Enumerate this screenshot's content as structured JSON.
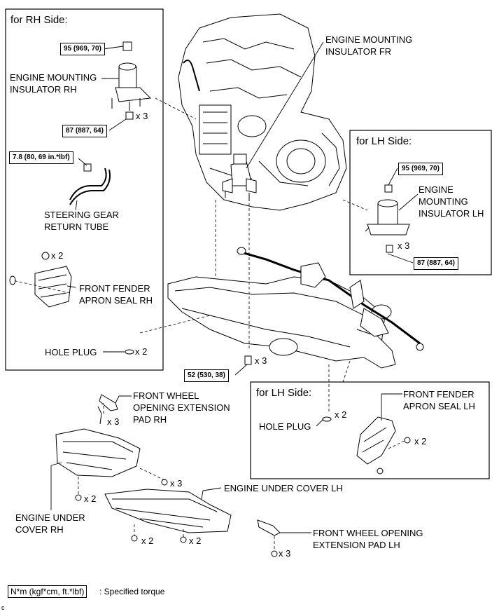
{
  "panels": {
    "rh_side": {
      "title": "for RH Side:"
    },
    "lh_side_mount": {
      "title": "for LH Side:"
    },
    "lh_side_fender": {
      "title": "for LH Side:"
    }
  },
  "labels": {
    "engine_mounting_insulator_rh": [
      "ENGINE MOUNTING",
      "INSULATOR RH"
    ],
    "engine_mounting_insulator_fr": [
      "ENGINE MOUNTING",
      "INSULATOR FR"
    ],
    "engine_mounting_insulator_lh": [
      "ENGINE",
      "MOUNTING",
      "INSULATOR LH"
    ],
    "steering_gear_return_tube": [
      "STEERING GEAR",
      "RETURN TUBE"
    ],
    "front_fender_apron_seal_rh": [
      "FRONT FENDER",
      "APRON SEAL RH"
    ],
    "hole_plug_rh": "HOLE PLUG",
    "hole_plug_lh": "HOLE PLUG",
    "front_fender_apron_seal_lh": [
      "FRONT FENDER",
      "APRON SEAL LH"
    ],
    "front_wheel_opening_extension_pad_rh": [
      "FRONT WHEEL",
      "OPENING EXTENSION",
      "PAD RH"
    ],
    "engine_under_cover_lh": "ENGINE UNDER COVER LH",
    "engine_under_cover_rh": [
      "ENGINE UNDER",
      "COVER RH"
    ],
    "front_wheel_opening_extension_pad_lh": [
      "FRONT WHEEL OPENING",
      "EXTENSION PAD LH"
    ]
  },
  "torques": {
    "rh_mount_top": "95 (969, 70)",
    "rh_mount_bottom": "87 (887, 64)",
    "steering_tube": "7.8 (80, 69 in.*lbf)",
    "lh_mount_top": "95 (969, 70)",
    "lh_mount_bottom": "87 (887, 64)",
    "center_bolt": "52 (530, 38)"
  },
  "quantities": {
    "rh_mount_bolts": "x 3",
    "apron_seal_rh_clips": "x 2",
    "hole_plug_rh": "x 2",
    "lh_mount_bolts": "x 3",
    "center_bolts": "x 3",
    "hole_plug_lh": "x 2",
    "apron_seal_lh_clips": "x 2",
    "pad_rh_screws": "x 3",
    "under_cover_bolts_top": "x 3",
    "under_cover_rh_left": "x 2",
    "under_cover_bottom_left": "x 2",
    "under_cover_bottom_mid": "x 2",
    "pad_lh_screws": "x 3"
  },
  "legend": {
    "box": "N*m (kgf*cm, ft.*lbf)",
    "text": ": Specified torque"
  },
  "corner_mark": "c"
}
